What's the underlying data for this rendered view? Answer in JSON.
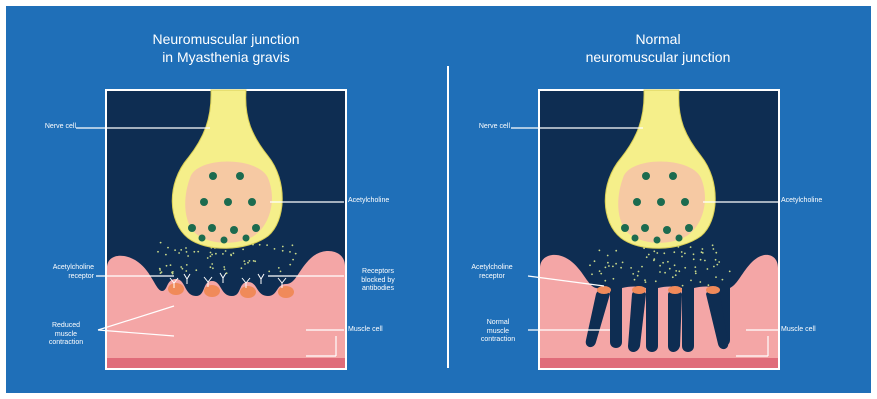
{
  "colors": {
    "background": "#1f6fb8",
    "panel_dark": "#0e2d52",
    "panel_border": "#ffffff",
    "nerve_yellow": "#f5ef8a",
    "vesicle_bg": "#f6c9a3",
    "vesicle_dot": "#1c6b4f",
    "muscle_pink": "#f4a6a6",
    "muscle_stripe": "#e06c7a",
    "receptor_orange": "#f08a5a",
    "cleft_dot": "#c9d98a",
    "divider": "#ffffff"
  },
  "left_panel": {
    "title_line1": "Neuromuscular junction",
    "title_line2": "in Myasthenia gravis",
    "labels": {
      "nerve_cell": "Nerve cell",
      "acetylcholine": "Acetylcholine",
      "ach_receptor_line1": "Acetylcholine",
      "ach_receptor_line2": "receptor",
      "receptors_blocked_line1": "Receptors",
      "receptors_blocked_line2": "blocked by",
      "receptors_blocked_line3": "antibodies",
      "reduced_line1": "Reduced",
      "reduced_line2": "muscle",
      "reduced_line3": "contraction",
      "muscle_cell": "Muscle cell"
    }
  },
  "right_panel": {
    "title_line1": "Normal",
    "title_line2": "neuromuscular junction",
    "labels": {
      "nerve_cell": "Nerve cell",
      "acetylcholine": "Acetylcholine",
      "ach_receptor_line1": "Acetylcholine",
      "ach_receptor_line2": "receptor",
      "normal_line1": "Normal",
      "normal_line2": "muscle",
      "normal_line3": "contraction",
      "muscle_cell": "Muscle cell"
    }
  }
}
